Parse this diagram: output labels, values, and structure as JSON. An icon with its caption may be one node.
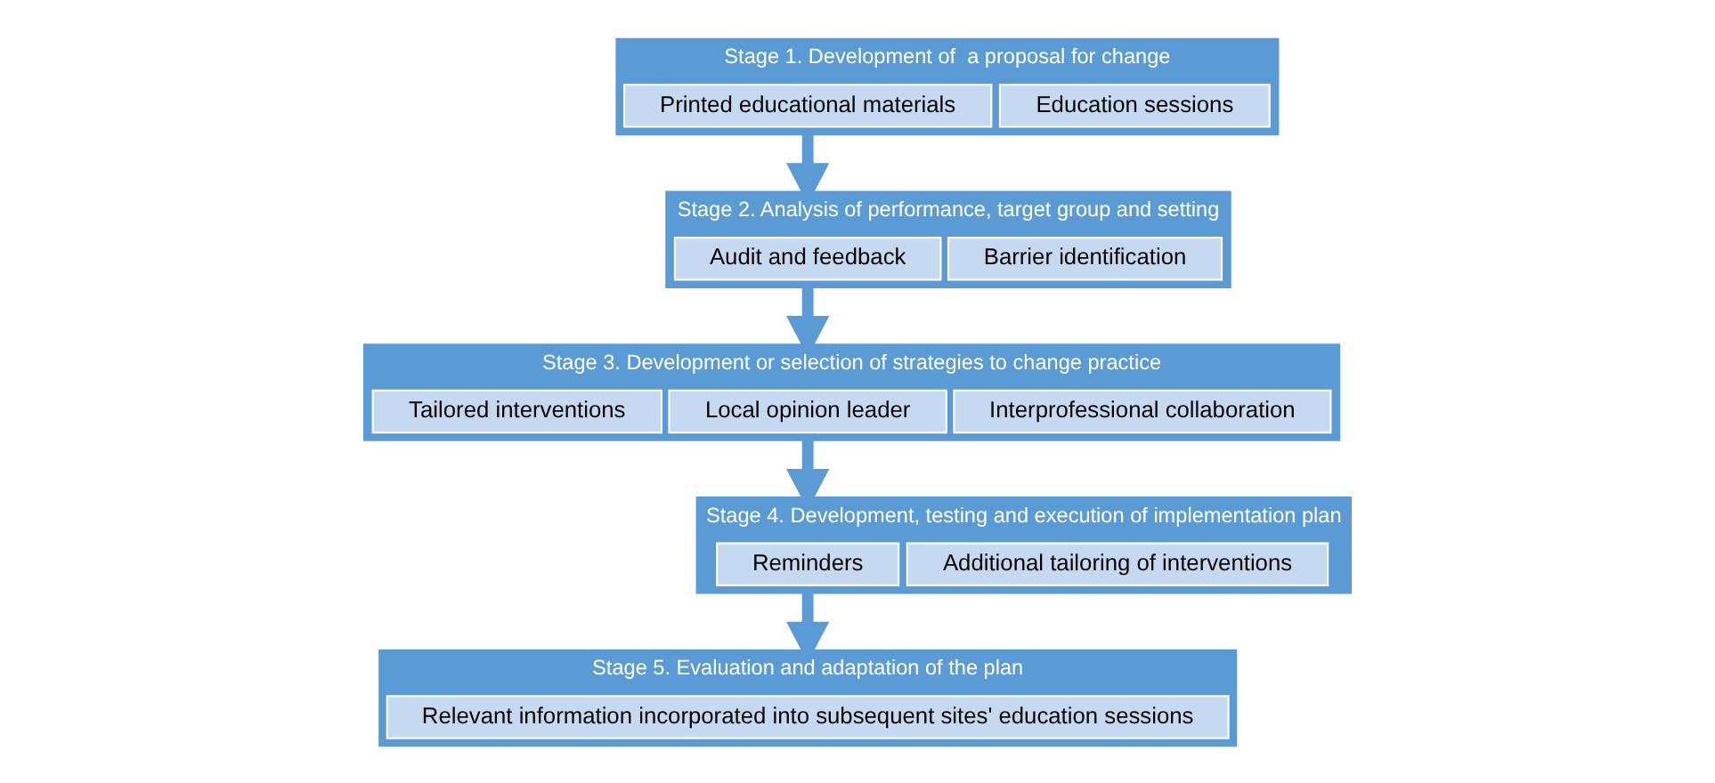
{
  "diagram": {
    "nodes": [
      {
        "text": [
          "Stage 1. Development of  a proposal for change"
        ]
      },
      {
        "text": [
          "Printed educational materials"
        ],
        "in": 0
      },
      {
        "text": [
          "Education sessions"
        ],
        "in": 0
      },
      {
        "text": [
          "Stage 2. Analysis of performance, target group and setting"
        ]
      },
      {
        "text": [
          "Audit and feedback"
        ],
        "in": 3
      },
      {
        "text": [
          "Barrier identification"
        ],
        "in": 3
      },
      {
        "text": [
          "Stage 3. Development or selection of strategies to change practice"
        ]
      },
      {
        "text": [
          "Tailored interventions"
        ],
        "in": 6
      },
      {
        "text": [
          "Local opinion leader"
        ],
        "in": 6
      },
      {
        "text": [
          "Interprofessional collaboration"
        ],
        "in": 6
      },
      {
        "text": [
          "Stage 4. Development, testing and execution of implementation plan"
        ]
      },
      {
        "text": [
          "Reminders"
        ],
        "in": 10
      },
      {
        "text": [
          "Additional tailoring of interventions"
        ],
        "in": 10
      },
      {
        "text": [
          "Stage 5. Evaluation and adaptation of the plan"
        ]
      },
      {
        "text": [
          "Relevant information incorporated into subsequent sites' education sessions"
        ],
        "in": 13
      }
    ],
    "edges": [
      {
        "from": 0,
        "to": 3,
        "arrow": "to"
      },
      {
        "from": 3,
        "to": 6,
        "arrow": "to"
      },
      {
        "from": 6,
        "to": 10,
        "arrow": "to"
      },
      {
        "from": 10,
        "to": 13,
        "arrow": "to"
      }
    ]
  }
}
